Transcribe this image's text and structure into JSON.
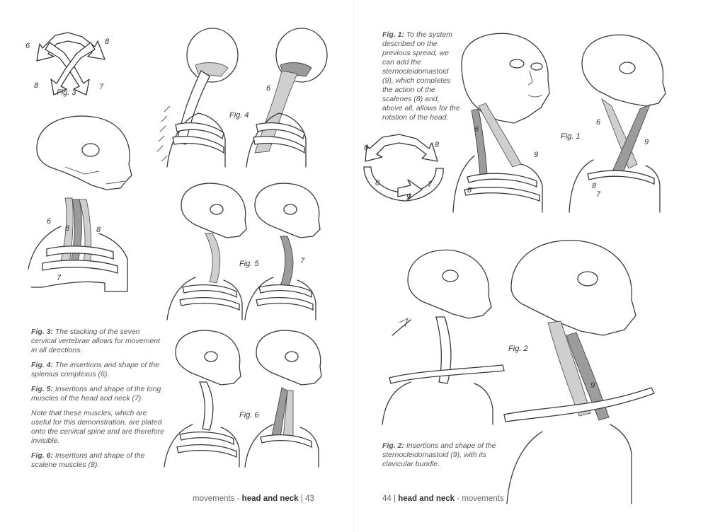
{
  "left_page": {
    "captions": {
      "fig3_label": "Fig. 3:",
      "fig3_text": "The stacking of the seven cervical vertebrae allows for movement in all directions.",
      "fig4_label": "Fig. 4:",
      "fig4_text": "The insertions and shape of the splenius complexus (6).",
      "fig5_label": "Fig. 5:",
      "fig5_text": "Insertions and shape of the long muscles of the head and neck (7).",
      "note_text": "Note that these muscles, which are useful for this demonstration, are plated onto the cervical spine and are therefore invisible.",
      "fig6_label": "Fig. 6:",
      "fig6_text": "Insertions and shape of the scalene muscles (8)."
    },
    "figure_labels": {
      "fig3": "Fig. 3",
      "fig4": "Fig. 4",
      "fig5": "Fig. 5",
      "fig6": "Fig. 6"
    },
    "numbers": {
      "n6": "6",
      "n7": "7",
      "n8": "8"
    },
    "footer": {
      "section": "movements",
      "separator": " - ",
      "title": "head and neck",
      "page": "43"
    }
  },
  "right_page": {
    "captions": {
      "fig1_label": "Fig. 1:",
      "fig1_text": "To the system described on the previous spread, we can add the sternocleidomastoid (9), which completes the action of the scalenes (8) and, above all, allows for the rotation of the head.",
      "fig2_label": "Fig. 2:",
      "fig2_text": "Insertions and shape of the sternocleidomastoid (9), with its clavicular bundle."
    },
    "figure_labels": {
      "fig1": "Fig. 1",
      "fig2": "Fig. 2"
    },
    "numbers": {
      "n6": "6",
      "n7": "7",
      "n8": "8",
      "n9": "9"
    },
    "footer": {
      "page": "44",
      "title": "head and neck",
      "separator": " - ",
      "section": "movements"
    }
  }
}
